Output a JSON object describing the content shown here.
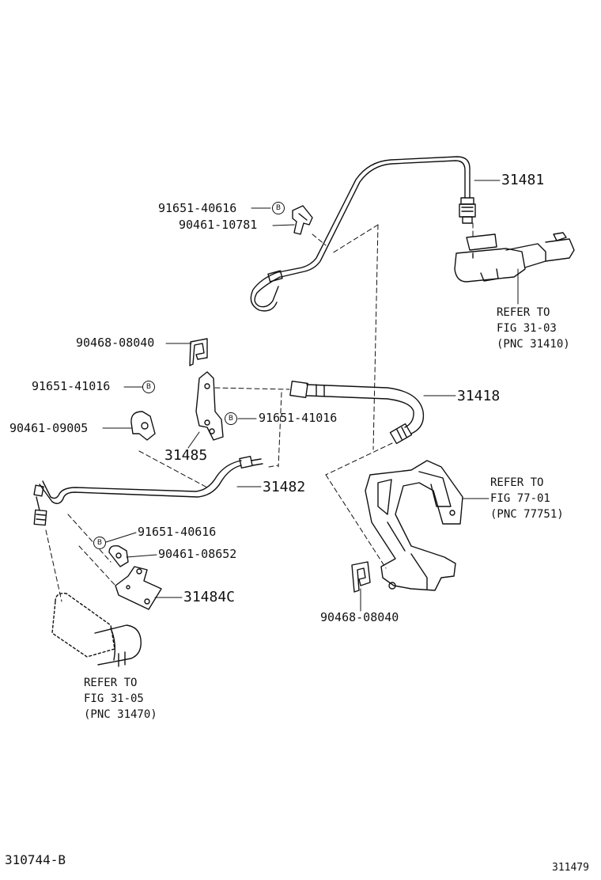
{
  "parts": {
    "p31481": "31481",
    "p31418": "31418",
    "p31482": "31482",
    "p31485": "31485",
    "p31484c": "31484C",
    "clip_91651_40616_top": "91651-40616",
    "clamp_90461_10781": "90461-10781",
    "clip_90468_08040_left": "90468-08040",
    "clip_91651_41016_left": "91651-41016",
    "clamp_90461_09005": "90461-09005",
    "clip_91651_41016_mid": "91651-41016",
    "clip_91651_40616_bottom": "91651-40616",
    "clamp_90461_08652": "90461-08652",
    "clip_90468_08040_right": "90468-08040"
  },
  "bolt_marker": "B",
  "refer_blocks": {
    "master_cylinder": [
      "REFER TO",
      "FIG 31-03",
      "(PNC 31410)"
    ],
    "bracket": [
      "REFER TO",
      "FIG 77-01",
      "(PNC 77751)"
    ],
    "release_cylinder": [
      "REFER TO",
      "FIG 31-05",
      "(PNC 31470)"
    ]
  },
  "footer": {
    "figure_code": "310744-B",
    "illustration_number": "311479"
  }
}
